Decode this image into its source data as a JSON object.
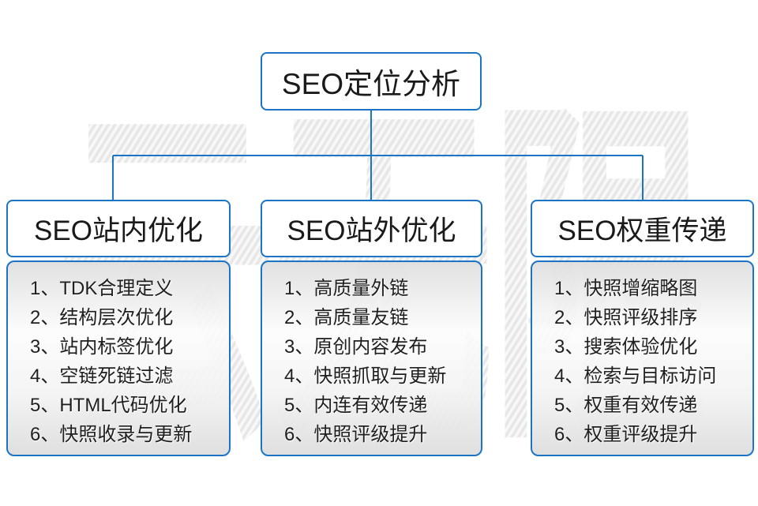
{
  "watermark": "云无限",
  "root": {
    "title": "SEO定位分析"
  },
  "columns": [
    {
      "title": "SEO站内优化",
      "items": [
        "1、TDK合理定义",
        "2、结构层次优化",
        "3、站内标签优化",
        "4、空链死链过滤",
        "5、HTML代码优化",
        "6、快照收录与更新"
      ]
    },
    {
      "title": "SEO站外优化",
      "items": [
        "1、高质量外链",
        "2、高质量友链",
        "3、原创内容发布",
        "4、快照抓取与更新",
        "5、内连有效传递",
        "6、快照评级提升"
      ]
    },
    {
      "title": "SEO权重传递",
      "items": [
        "1、快照增缩略图",
        "2、快照评级排序",
        "3、搜索体验优化",
        "4、检索与目标访问",
        "5、权重有效传递",
        "6、权重评级提升"
      ]
    }
  ],
  "colors": {
    "accent_blue": "#1b75c4",
    "text_dark": "#1f1f1f",
    "watermark_gray": "#ececec"
  }
}
